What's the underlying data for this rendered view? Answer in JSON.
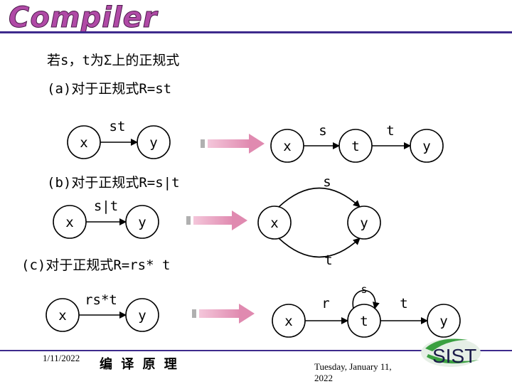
{
  "header": {
    "logo_text": "Compiler"
  },
  "lines": {
    "intro": "若s，t为Σ上的正规式",
    "a": "(a)对于正规式R=st",
    "b": "(b)对于正规式R=s|t",
    "c": "(c)对于正规式R=rs* t"
  },
  "diagram_a": {
    "left": {
      "edge": "st",
      "from": "x",
      "to": "y"
    },
    "right": {
      "from": "x",
      "mid": "t",
      "to": "y",
      "edge1": "s",
      "edge2": "t"
    }
  },
  "diagram_b": {
    "left": {
      "edge": "s|t",
      "from": "x",
      "to": "y"
    },
    "right": {
      "from": "x",
      "to": "y",
      "top": "s",
      "bottom": "t"
    }
  },
  "diagram_c": {
    "left": {
      "edge": "rs*t",
      "from": "x",
      "to": "y"
    },
    "right": {
      "from": "x",
      "mid": "t",
      "to": "y",
      "edge1": "r",
      "loop": "s",
      "edge2": "t"
    }
  },
  "footer": {
    "date": "1/11/2022",
    "course": "编 译 原 理",
    "long_date_1": "Tuesday, January 11,",
    "long_date_2": "2022",
    "org_logo": "SIST"
  },
  "colors": {
    "accent": "#3d2a8c",
    "logo": "#b04aa6",
    "arrow": "#e8a0c0",
    "sist_green": "#3aa040"
  }
}
